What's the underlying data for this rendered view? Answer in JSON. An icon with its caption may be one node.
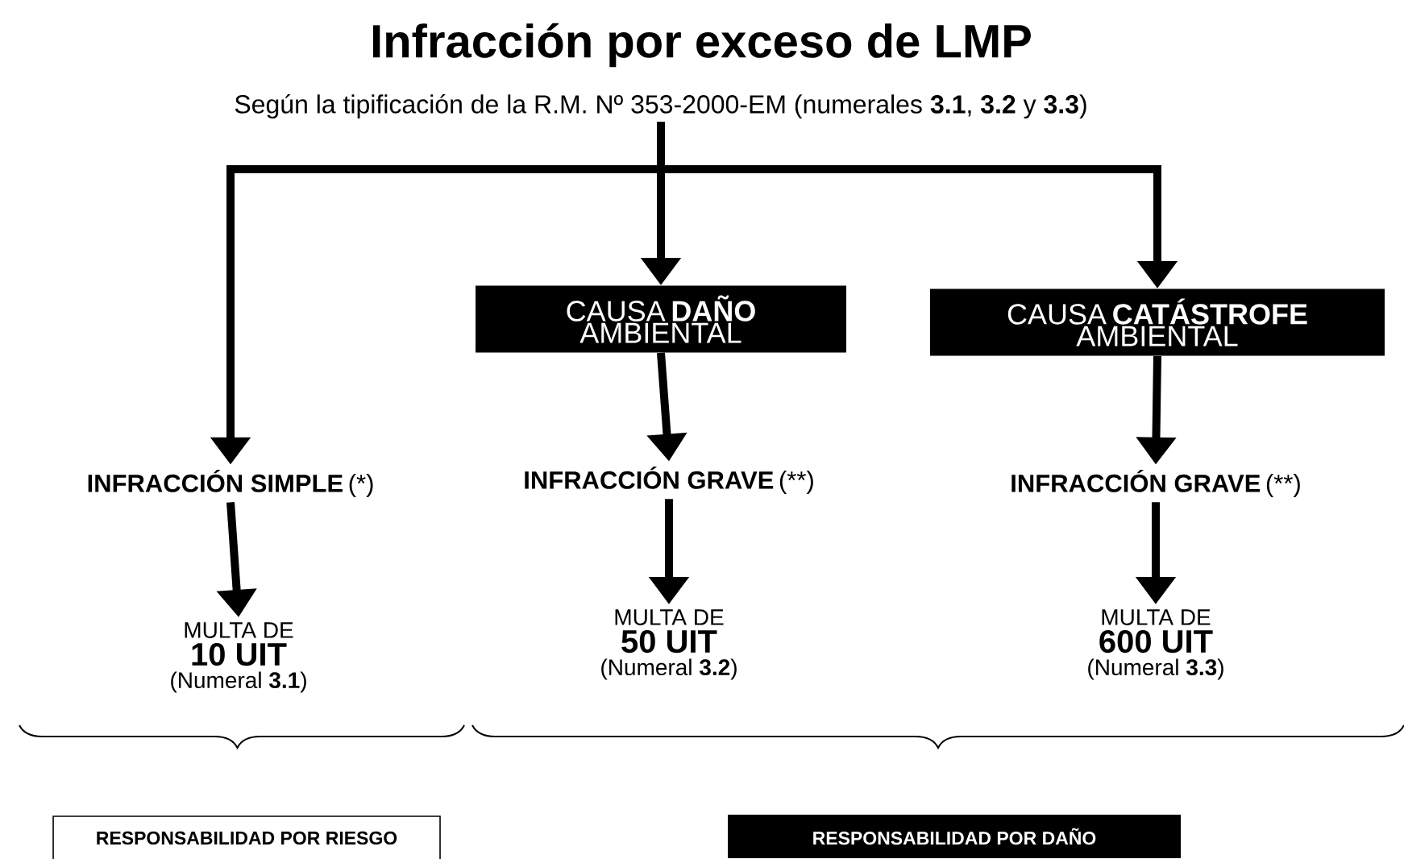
{
  "diagram": {
    "title": "Infracción por exceso de LMP",
    "nodes": [
      {
        "text": [
          "Según la tipificación de la R.M. Nº 353-2000-EM (numerales **3.1**, **3.2** y **3.3**)"
        ]
      },
      {
        "text": [
          "CAUSA **DAÑO** AMBIENTAL"
        ]
      },
      {
        "text": [
          "CAUSA **CATÁSTROFE** AMBIENTAL"
        ]
      },
      {
        "text": [
          "INFRACCIÓN SIMPLE",
          "(*)"
        ]
      },
      {
        "text": [
          "INFRACCIÓN GRAVE",
          "(**)"
        ]
      },
      {
        "text": [
          "INFRACCIÓN GRAVE",
          "(**)"
        ]
      },
      {
        "text": [
          "MULTA DE",
          "10 UIT",
          "(Numeral **3.1**)"
        ]
      },
      {
        "text": [
          "MULTA DE",
          "50 UIT",
          "(Numeral **3.2**)"
        ]
      },
      {
        "text": [
          "MULTA DE",
          "600 UIT",
          "(Numeral **3.3**)"
        ]
      },
      {
        "text": [
          "RESPONSABILIDAD POR RIESGO"
        ]
      },
      {
        "text": [
          "RESPONSABILIDAD  POR DAÑO"
        ]
      }
    ],
    "edges": [
      {
        "from": 0,
        "to": 3,
        "arrow": "to"
      },
      {
        "from": 0,
        "to": 1,
        "arrow": "to"
      },
      {
        "from": 0,
        "to": 2,
        "arrow": "to"
      },
      {
        "from": 1,
        "to": 4,
        "arrow": "to"
      },
      {
        "from": 2,
        "to": 5,
        "arrow": "to"
      },
      {
        "from": 3,
        "to": 6,
        "arrow": "to"
      },
      {
        "from": 4,
        "to": 7,
        "arrow": "to"
      },
      {
        "from": 5,
        "to": 8,
        "arrow": "to"
      }
    ]
  }
}
